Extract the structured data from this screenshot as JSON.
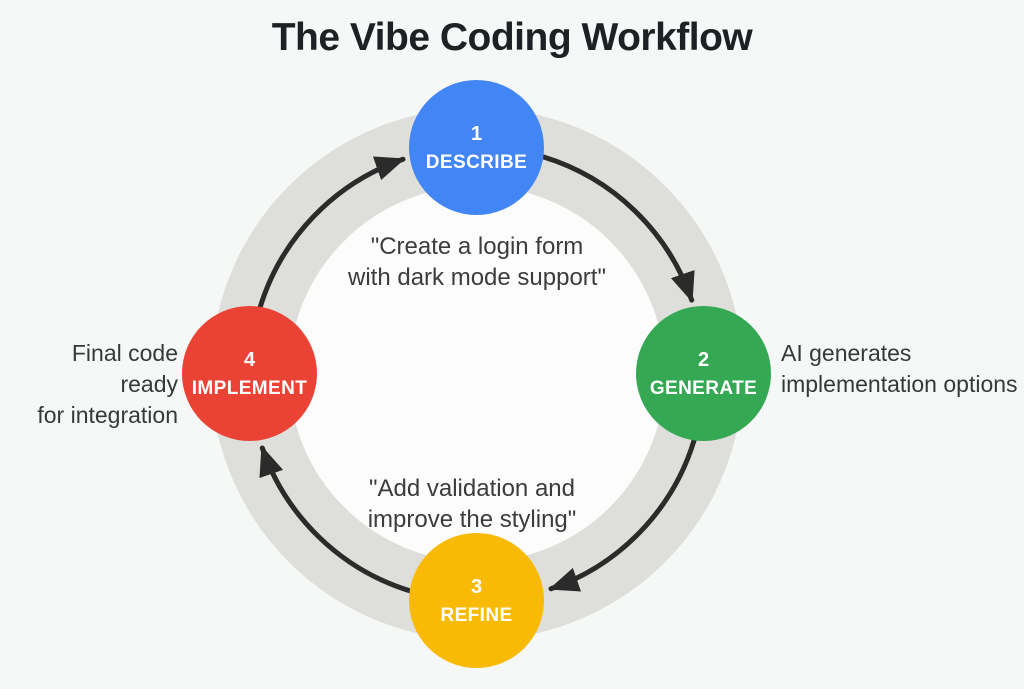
{
  "title": "The Vibe Coding Workflow",
  "diagram": {
    "colors": {
      "ring": "#dededa",
      "inner_disc": "#fcfcfc",
      "arrow": "#2b2b2b",
      "describe_blue": "#4285f4",
      "generate_green": "#34a853",
      "refine_yellow": "#f9ba06",
      "implement_red": "#ea4335"
    },
    "nodes": [
      {
        "number": "1",
        "label": "DESCRIBE",
        "color": "#4285f4"
      },
      {
        "number": "2",
        "label": "GENERATE",
        "color": "#34a853"
      },
      {
        "number": "3",
        "label": "REFINE",
        "color": "#f9ba06"
      },
      {
        "number": "4",
        "label": "IMPLEMENT",
        "color": "#ea4335"
      }
    ],
    "quotes": {
      "describe_prompt": "\"Create a login form\nwith dark mode support\"",
      "refine_prompt": "\"Add validation and\nimprove the styling\""
    },
    "captions": {
      "generate": "AI generates\nimplementation options",
      "implement": "Final code ready\nfor integration"
    }
  }
}
